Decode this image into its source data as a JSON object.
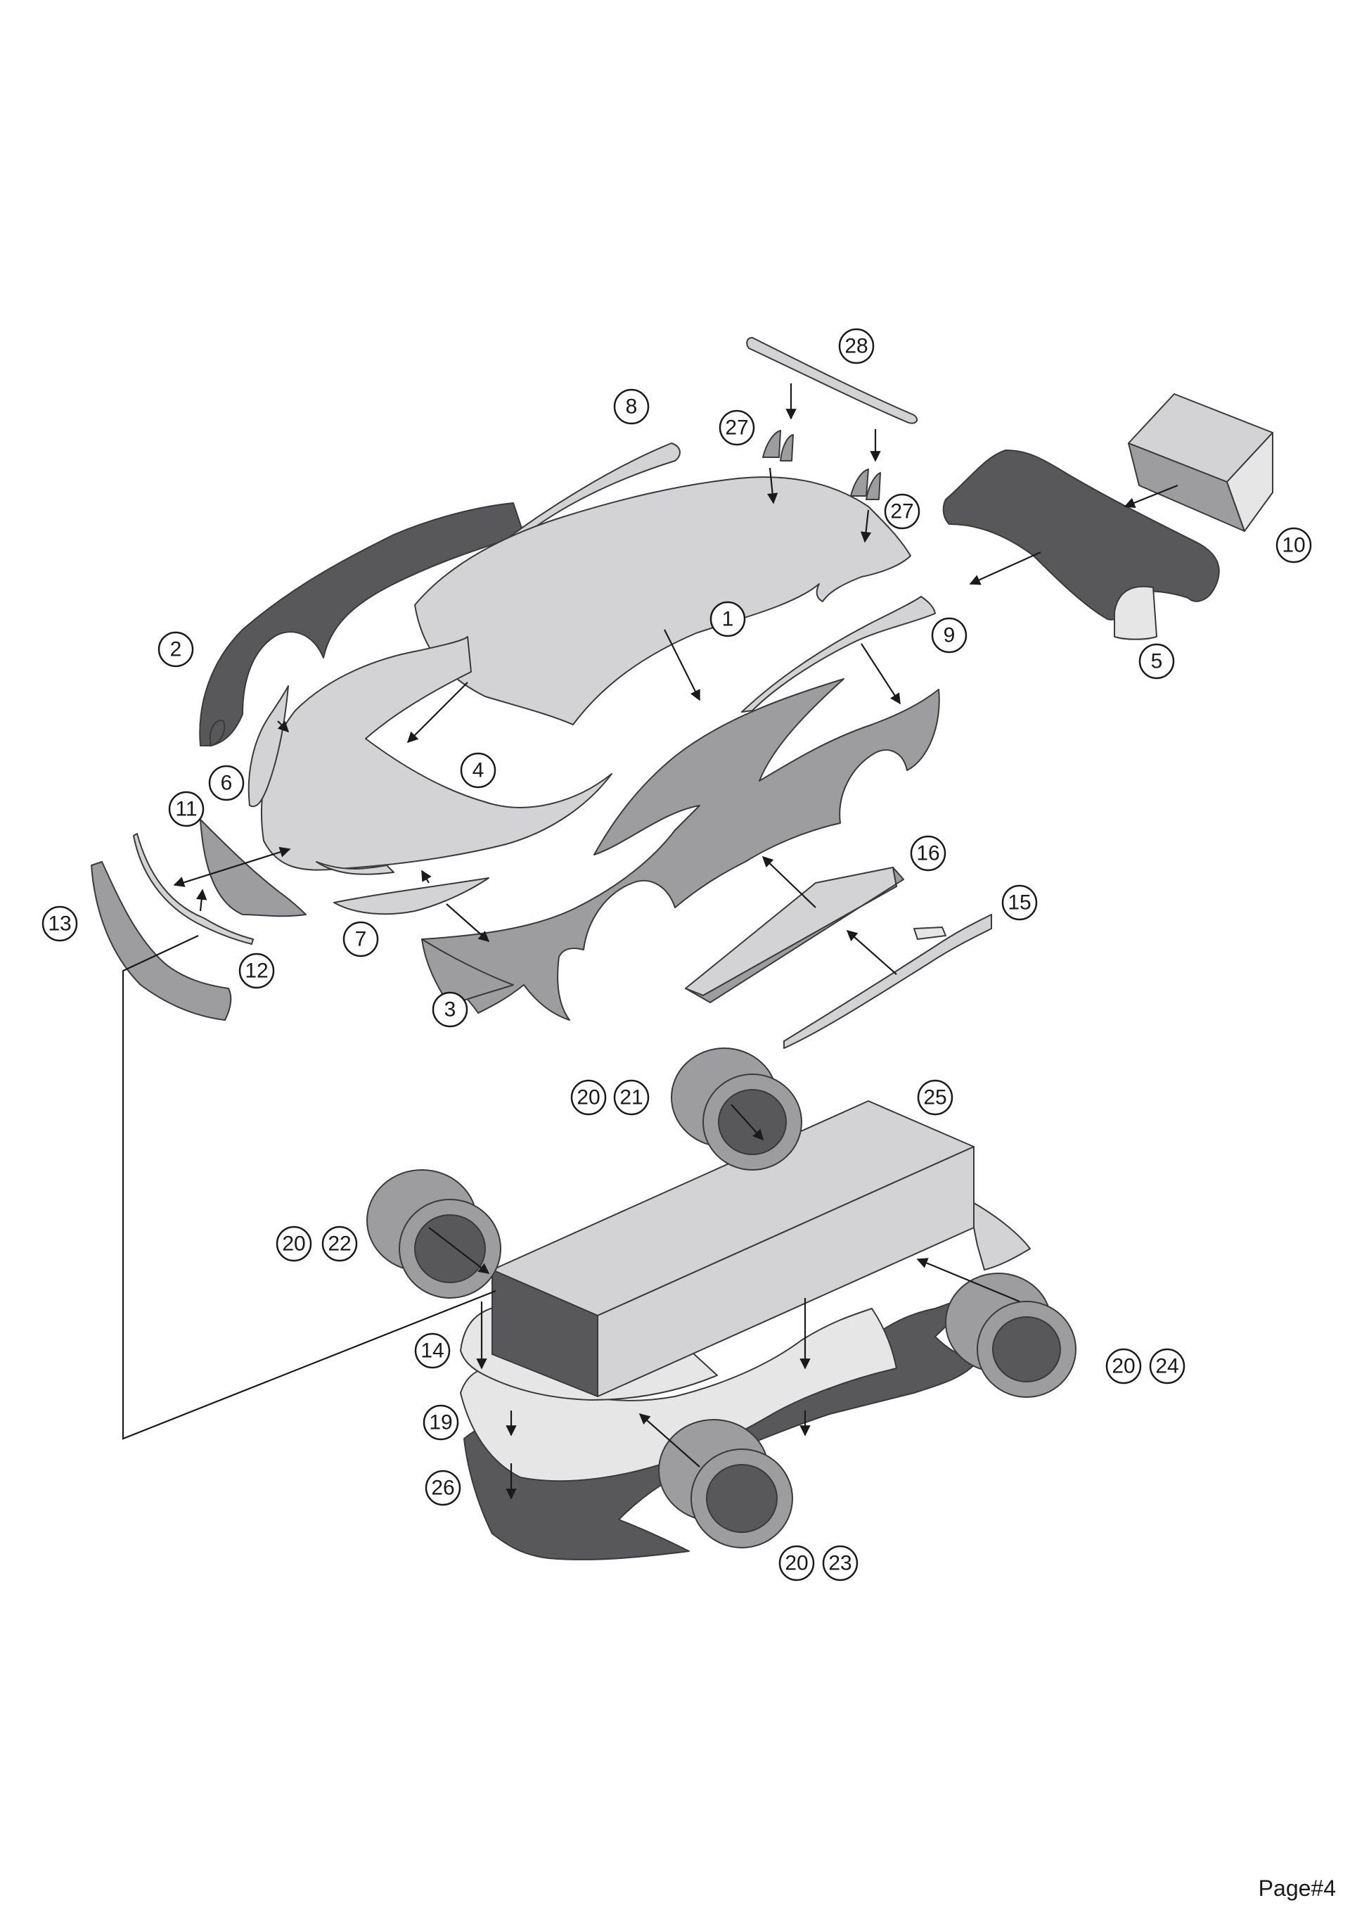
{
  "page": {
    "number_label": "Page#4"
  },
  "colors": {
    "light_gray": "#d3d3d5",
    "mid_gray": "#9d9d9f",
    "dark_gray": "#58585a",
    "extra_light_gray": "#e6e6e7",
    "outline": "#3a3a3a"
  },
  "callouts": [
    {
      "id": "c1",
      "label": "1"
    },
    {
      "id": "c2",
      "label": "2"
    },
    {
      "id": "c3",
      "label": "3"
    },
    {
      "id": "c4",
      "label": "4"
    },
    {
      "id": "c5",
      "label": "5"
    },
    {
      "id": "c6",
      "label": "6"
    },
    {
      "id": "c7",
      "label": "7"
    },
    {
      "id": "c8",
      "label": "8"
    },
    {
      "id": "c9",
      "label": "9"
    },
    {
      "id": "c10",
      "label": "10"
    },
    {
      "id": "c11",
      "label": "11"
    },
    {
      "id": "c12",
      "label": "12"
    },
    {
      "id": "c13",
      "label": "13"
    },
    {
      "id": "c14",
      "label": "14"
    },
    {
      "id": "c15",
      "label": "15"
    },
    {
      "id": "c16",
      "label": "16"
    },
    {
      "id": "c19",
      "label": "19"
    },
    {
      "id": "c20a",
      "label": "20"
    },
    {
      "id": "c21",
      "label": "21"
    },
    {
      "id": "c20b",
      "label": "20"
    },
    {
      "id": "c22",
      "label": "22"
    },
    {
      "id": "c20c",
      "label": "20"
    },
    {
      "id": "c23",
      "label": "23"
    },
    {
      "id": "c20d",
      "label": "20"
    },
    {
      "id": "c24",
      "label": "24"
    },
    {
      "id": "c25",
      "label": "25"
    },
    {
      "id": "c26",
      "label": "26"
    },
    {
      "id": "c27a",
      "label": "27"
    },
    {
      "id": "c27b",
      "label": "27"
    },
    {
      "id": "c28",
      "label": "28"
    }
  ]
}
